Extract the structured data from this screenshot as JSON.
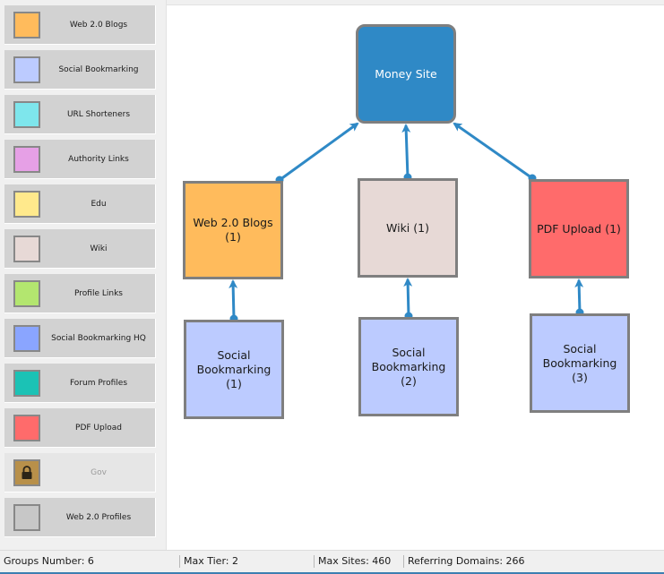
{
  "palette": {
    "items": [
      {
        "label": "Web 2.0 Blogs",
        "color": "#ffbb5c",
        "icon": ""
      },
      {
        "label": "Social Bookmarking",
        "color": "#bccbff",
        "icon": ""
      },
      {
        "label": "URL Shorteners",
        "color": "#7ee6ec",
        "icon": ""
      },
      {
        "label": "Authority Links",
        "color": "#e6a0e6",
        "icon": ""
      },
      {
        "label": "Edu",
        "color": "#ffe98c",
        "icon": ""
      },
      {
        "label": "Wiki",
        "color": "#e7d9d6",
        "icon": ""
      },
      {
        "label": "Profile Links",
        "color": "#b3e66f",
        "icon": ""
      },
      {
        "label": "Social Bookmarking HQ",
        "color": "#8aa5ff",
        "icon": ""
      },
      {
        "label": "Forum Profiles",
        "color": "#1bc2b5",
        "icon": ""
      },
      {
        "label": "PDF Upload",
        "color": "#ff6b6b",
        "icon": ""
      },
      {
        "label": "Gov",
        "color": "#b8904a",
        "icon": "lock-icon",
        "disabled": true
      },
      {
        "label": "Web 2.0 Profiles",
        "color": "#c7c7c7",
        "icon": ""
      }
    ]
  },
  "diagram": {
    "nodes": [
      {
        "id": "money-site",
        "label": "Money Site",
        "color": "#2f89c6",
        "text_color": "#ffffff"
      },
      {
        "id": "web20-blogs-1",
        "label": "Web 2.0 Blogs (1)",
        "color": "#ffbb5c"
      },
      {
        "id": "wiki-1",
        "label": "Wiki (1)",
        "color": "#e7d9d6"
      },
      {
        "id": "pdf-upload-1",
        "label": "PDF Upload (1)",
        "color": "#ff6b6b"
      },
      {
        "id": "social-bookmarking-1",
        "label": "Social Bookmarking (1)",
        "color": "#bccbff"
      },
      {
        "id": "social-bookmarking-2",
        "label": "Social Bookmarking (2)",
        "color": "#bccbff"
      },
      {
        "id": "social-bookmarking-3",
        "label": "Social Bookmarking (3)",
        "color": "#bccbff"
      }
    ],
    "edges": [
      {
        "from": "web20-blogs-1",
        "to": "money-site"
      },
      {
        "from": "wiki-1",
        "to": "money-site"
      },
      {
        "from": "pdf-upload-1",
        "to": "money-site"
      },
      {
        "from": "social-bookmarking-1",
        "to": "web20-blogs-1"
      },
      {
        "from": "social-bookmarking-2",
        "to": "wiki-1"
      },
      {
        "from": "social-bookmarking-3",
        "to": "pdf-upload-1"
      }
    ],
    "link_color": "#2f89c6"
  },
  "status": {
    "groups": "Groups Number: 6",
    "max_tier": "Max Tier: 2",
    "max_sites": "Max Sites: 460",
    "referring_domains": "Referring Domains: 266"
  }
}
